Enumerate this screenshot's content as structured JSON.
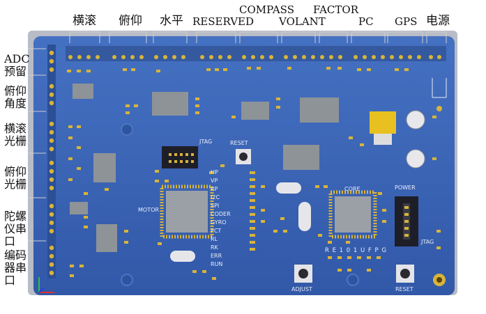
{
  "top_labels": {
    "roll": "横滚",
    "pitch": "俯仰",
    "level": "水平",
    "reserved": "RESERVED",
    "compass": "COMPASS",
    "volant": "VOLANT",
    "factor": "FACTOR",
    "pc": "PC",
    "gps": "GPS",
    "power": "电源"
  },
  "side_labels": {
    "adc": "ADC",
    "adc_reserved": "预留",
    "pitch": "俯仰",
    "angle": "角度",
    "roll": "横滚",
    "grating1": "光栅",
    "pitch2": "俯仰",
    "grating2": "光栅",
    "gyro1": "陀螺",
    "gyro2": "仪串",
    "gyro3": "口",
    "enc1": "编码",
    "enc2": "器串",
    "enc3": "口"
  },
  "silkscreen": {
    "jtag_top": "JTAG",
    "reset_top": "RESET",
    "motor": "MOTOR",
    "core": "CORE",
    "power": "POWER",
    "jtag_right": "JTAG",
    "adjust": "ADJUST",
    "reset_bottom": "RESET",
    "led_row": "R E 1 0 1 U F P G",
    "bus_labels": [
      "HP",
      "VP",
      "RP",
      "I2C",
      "SPI",
      "CODER",
      "GYRO",
      "PCT",
      "RL",
      "RK",
      "ERR",
      "RUN"
    ]
  },
  "colors": {
    "board": "#3a64b4",
    "board_dark": "#2d549e",
    "pad": "#d8b43a",
    "chip": "#8e9398"
  }
}
